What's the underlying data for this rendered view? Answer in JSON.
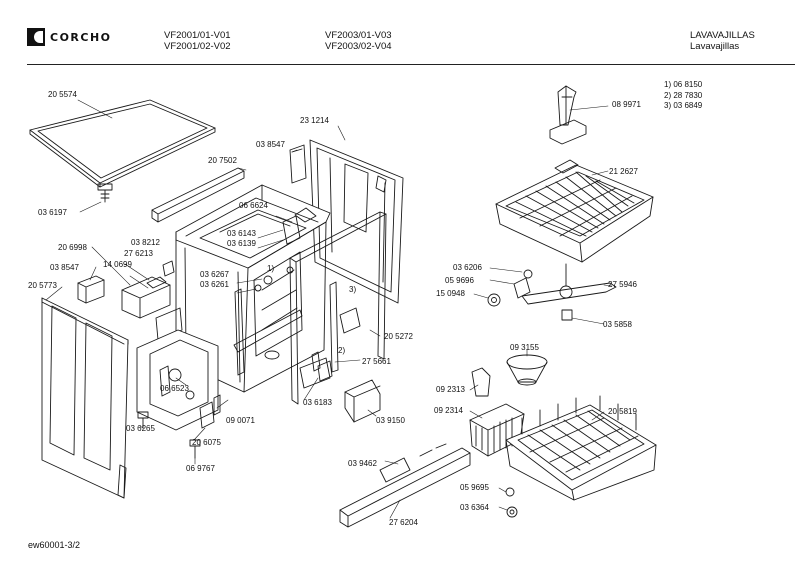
{
  "header": {
    "brand": "CORCHO",
    "models_col1": [
      "VF2001/01-V01",
      "VF2001/02-V02"
    ],
    "models_col2": [
      "VF2003/01-V03",
      "VF2003/02-V04"
    ],
    "category": [
      "LAVAVAJILLAS",
      "Lavavajillas"
    ]
  },
  "notes": [
    "1)  06 8150",
    "2)  28 7830",
    "3)  03 6849"
  ],
  "parts": [
    "20 5574",
    "03 6197",
    "20 7502",
    "03 8547",
    "23 1214",
    "06 6624",
    "03 6143",
    "03 6139",
    "03 8212",
    "27 6213",
    "14 0699",
    "20 6998",
    "03 8547",
    "20 5773",
    "03 6267",
    "03 6261",
    "1)",
    "3)",
    "2)",
    "20 5272",
    "27 5661",
    "06 6523",
    "03 6265",
    "09 0071",
    "20 6075",
    "06 9767",
    "03 6183",
    "03 9150",
    "03 9462",
    "27 6204",
    "08 9971",
    "21 2627",
    "03 6206",
    "05 9696",
    "15 0948",
    "27 5946",
    "03 5858",
    "09 3155",
    "09 2313",
    "09 2314",
    "20 5819",
    "05 9695",
    "03 6364"
  ],
  "footer": "ew60001-3/2"
}
